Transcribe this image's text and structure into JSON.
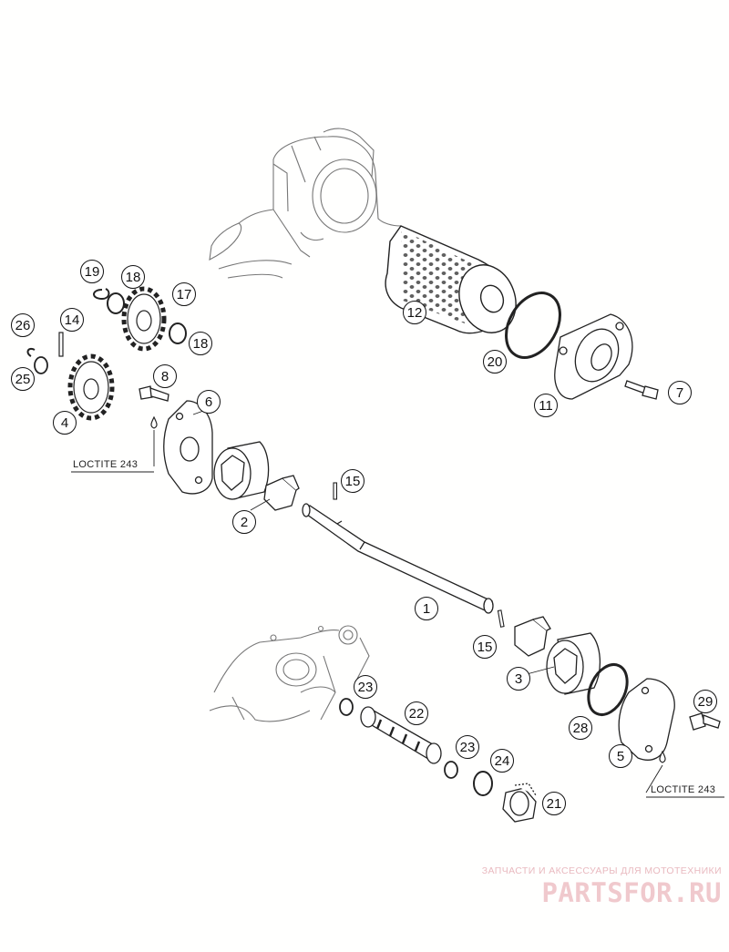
{
  "callouts": {
    "c1": "1",
    "c2": "2",
    "c3": "3",
    "c4": "4",
    "c5": "5",
    "c6": "6",
    "c7": "7",
    "c8": "8",
    "c11": "11",
    "c12": "12",
    "c14": "14",
    "c15a": "15",
    "c15b": "15",
    "c17": "17",
    "c18a": "18",
    "c18b": "18",
    "c19": "19",
    "c20": "20",
    "c21": "21",
    "c22": "22",
    "c23a": "23",
    "c23b": "23",
    "c24": "24",
    "c25": "25",
    "c26": "26",
    "c28": "28",
    "c29": "29"
  },
  "notes": {
    "loctite_top": "LOCTITE 243",
    "loctite_bottom": "LOCTITE 243"
  },
  "watermark": {
    "tagline": "ЗАПЧАСТИ И АКСЕССУАРЫ ДЛЯ МОТОТЕХНИКИ",
    "logo": "PARTSFOR.RU"
  }
}
